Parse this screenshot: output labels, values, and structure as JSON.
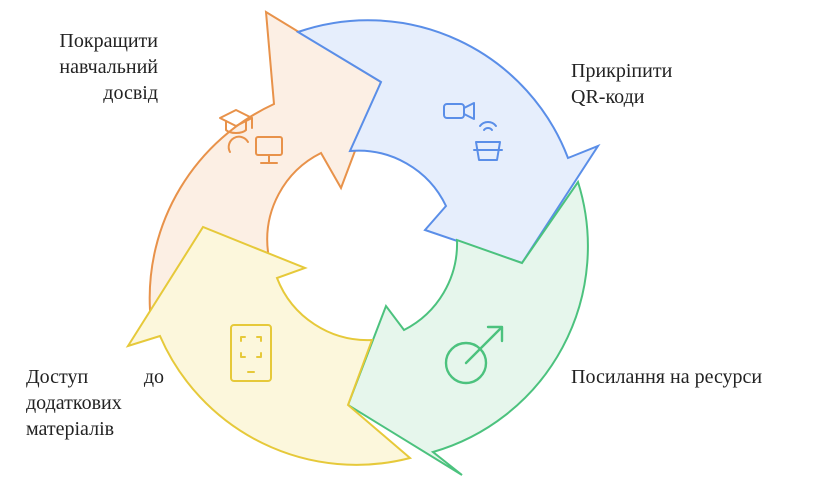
{
  "diagram": {
    "steps": [
      {
        "id": "improve-learning",
        "label_lines": [
          "Покращити",
          "навчальний",
          "досвід"
        ],
        "icon": "graduation-computer-icon",
        "color": "#e8924a",
        "fill": "#fcefe4"
      },
      {
        "id": "attach-qr",
        "label_lines": [
          "Прикріпити",
          "QR-коди"
        ],
        "icon": "camera-scanner-icon",
        "color": "#5a8ee8",
        "fill": "#e6eefc"
      },
      {
        "id": "resource-links",
        "label_lines": [
          "Посилання на ресурси"
        ],
        "icon": "external-link-circle-icon",
        "color": "#4cc27e",
        "fill": "#e6f6ec"
      },
      {
        "id": "extra-materials",
        "label_lines": [
          "Доступ до",
          "додаткових",
          "матеріалів"
        ],
        "label_first_line_words": [
          "Доступ",
          "до"
        ],
        "icon": "qr-scan-frame-icon",
        "color": "#e6c93a",
        "fill": "#fcf7dc"
      }
    ]
  }
}
